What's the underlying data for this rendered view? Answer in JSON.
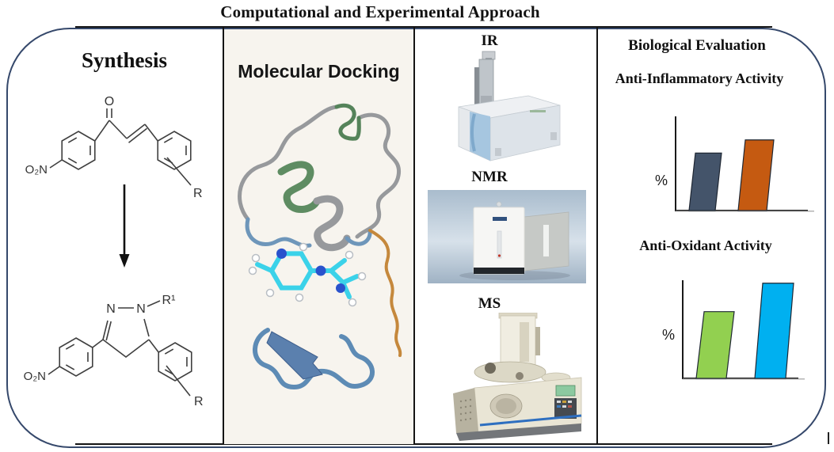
{
  "title": "Computational and Experimental Approach",
  "frame": {
    "border_color": "#35486b"
  },
  "synthesis": {
    "heading": "Synthesis",
    "chalcone": {
      "carbonyl_oxygen": "O",
      "nitro_group": "O₂N",
      "substituent": "R"
    },
    "pyrazoline": {
      "nitrogen_left": "N",
      "nitrogen_right": "N",
      "n1_substituent": "R¹",
      "nitro_group": "O₂N",
      "substituent": "R"
    }
  },
  "docking": {
    "heading": "Molecular Docking"
  },
  "spectroscopy": {
    "ir_label": "IR",
    "nmr_label": "NMR",
    "ms_label": "MS"
  },
  "biological": {
    "heading": "Biological Evaluation",
    "anti_inflammatory_title": "Anti-Inflammatory Activity",
    "anti_oxidant_title": "Anti-Oxidant Activity",
    "axis_unit_label": "%"
  },
  "chart_data": [
    {
      "type": "bar",
      "title": "Anti-Inflammatory Activity",
      "ylabel": "%",
      "categories": [
        "",
        ""
      ],
      "values": [
        61,
        75
      ],
      "value_note": "bars unlabeled; values estimated as percent of y-axis height",
      "colors": [
        "#44546a",
        "#c55a11"
      ],
      "ylim": [
        0,
        100
      ],
      "grid": false,
      "legend": false
    },
    {
      "type": "bar",
      "title": "Anti-Oxidant Activity",
      "ylabel": "%",
      "categories": [
        "",
        ""
      ],
      "values": [
        68,
        97
      ],
      "value_note": "bars unlabeled; values estimated as percent of y-axis height",
      "colors": [
        "#92d050",
        "#00b0f0"
      ],
      "ylim": [
        0,
        100
      ],
      "grid": false,
      "legend": false
    }
  ]
}
